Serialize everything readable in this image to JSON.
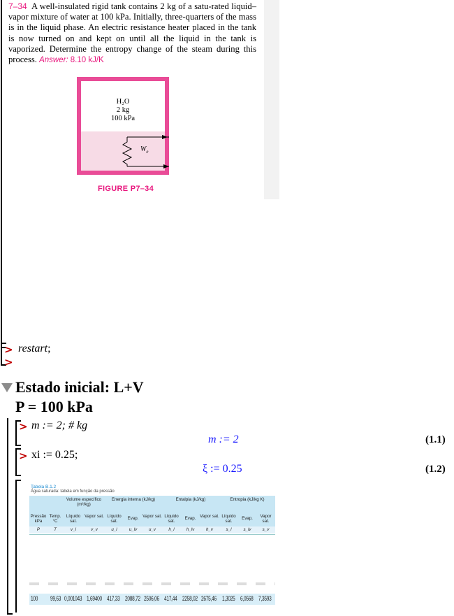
{
  "problem": {
    "number": "7–34",
    "text": "A well-insulated rigid tank contains 2 kg of a satu-rated liquid–vapor mixture of water at 100 kPa. Initially, three-quarters of the mass is in the liquid phase. An electric resistance heater placed in the tank is now turned on and kept on until all the liquid in the tank is vaporized. Determine the entropy change of the steam during this process.",
    "answer_label": "Answer:",
    "answer_value": "8.10 kJ/K",
    "tank_labels": [
      "H₂O",
      "2 kg",
      "100 kPa"
    ],
    "we_label": "W",
    "we_sub": "e",
    "figure_caption": "FIGURE P7–34"
  },
  "prompt_symbol": ">",
  "restart_cmd": "restart",
  "restart_semicolon": ";",
  "section": {
    "title": "Estado inicial: L+V",
    "subtitle": "P = 100 kPa"
  },
  "cmd1": {
    "input": "m := 2; # kg",
    "output": "m := 2",
    "eq": "(1.1)"
  },
  "cmd2": {
    "input": "xi := 0.25;",
    "output": "ξ := 0.25",
    "eq": "(1.2)"
  },
  "table": {
    "title": "Tabela B.1.2",
    "subtitle": "Água saturada: tabela em função da pressão",
    "groups": [
      "Volume específico (m³/kg)",
      "Energia interna (kJ/kg)",
      "Entalpia (kJ/kg)",
      "Entropia (kJ/kg K)"
    ],
    "columns": [
      "Pressão kPa",
      "Temp. °C",
      "Líquido sat.",
      "Vapor sat.",
      "Líquido sat.",
      "Evap.",
      "Vapor sat.",
      "Líquido sat.",
      "Evap.",
      "Vapor sat.",
      "Líquido sat.",
      "Evap.",
      "Vapor sat."
    ],
    "symbols": [
      "P",
      "T",
      "v_l",
      "v_v",
      "u_l",
      "u_lv",
      "u_v",
      "h_l",
      "h_lv",
      "h_v",
      "s_l",
      "s_lv",
      "s_v"
    ],
    "row": [
      "100",
      "99,63",
      "0,001043",
      "1,69400",
      "417,33",
      "2088,72",
      "2506,06",
      "417,44",
      "2258,02",
      "2675,46",
      "1,3025",
      "6,0568",
      "7,3593"
    ]
  }
}
